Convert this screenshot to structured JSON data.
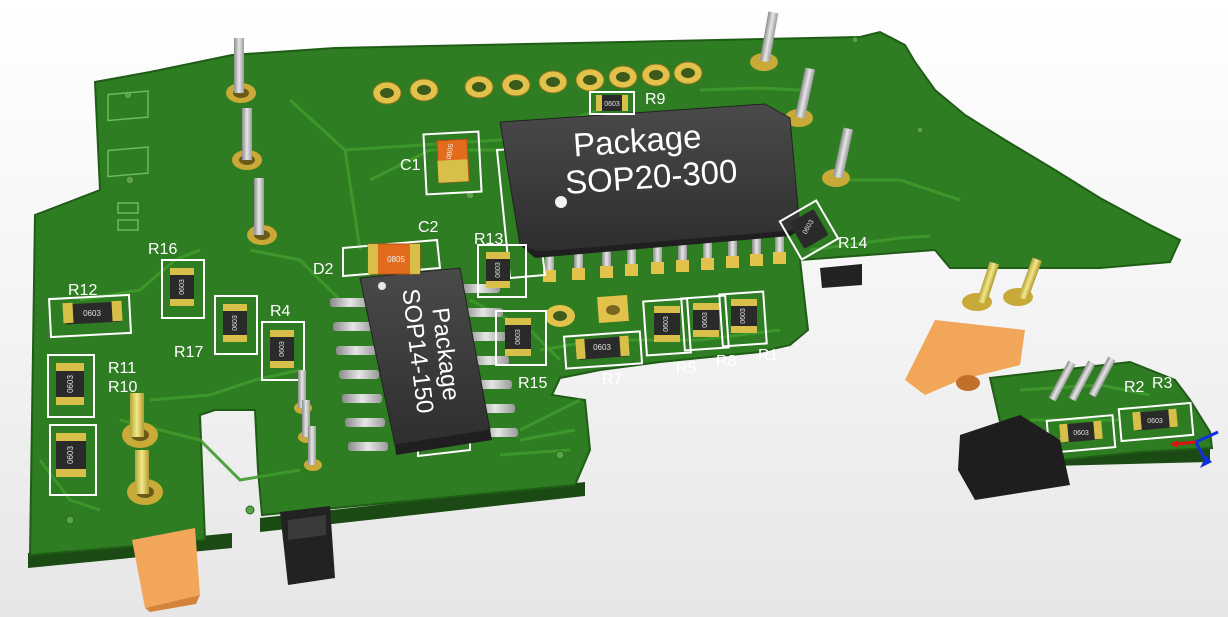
{
  "board": {
    "designators": {
      "c1": "C1",
      "c2": "C2",
      "d2": "D2",
      "r1": "R1",
      "r2": "R2",
      "r3": "R3",
      "r4": "R4",
      "r5": "R5",
      "r7": "R7",
      "r8": "R8",
      "r9": "R9",
      "r10": "R10",
      "r11": "R11",
      "r12": "R12",
      "r13": "R13",
      "r14": "R14",
      "r15": "R15",
      "r16": "R16",
      "r17": "R17"
    },
    "chips": {
      "u1_line1": "Package",
      "u1_line2": "SOP20-300",
      "u2_line1": "Package",
      "u2_line2": "SOP14-150"
    },
    "part_markings": {
      "m0603": "0603",
      "m0805": "0805"
    }
  },
  "colors": {
    "board": "#2f7d22",
    "silkscreen": "#ffffff",
    "pad": "#d9b84a",
    "ic_body": "#3c3c3c",
    "header_orange": "#f2a65a"
  },
  "axes_gizmo": {
    "axes": [
      "x",
      "y",
      "z"
    ]
  }
}
